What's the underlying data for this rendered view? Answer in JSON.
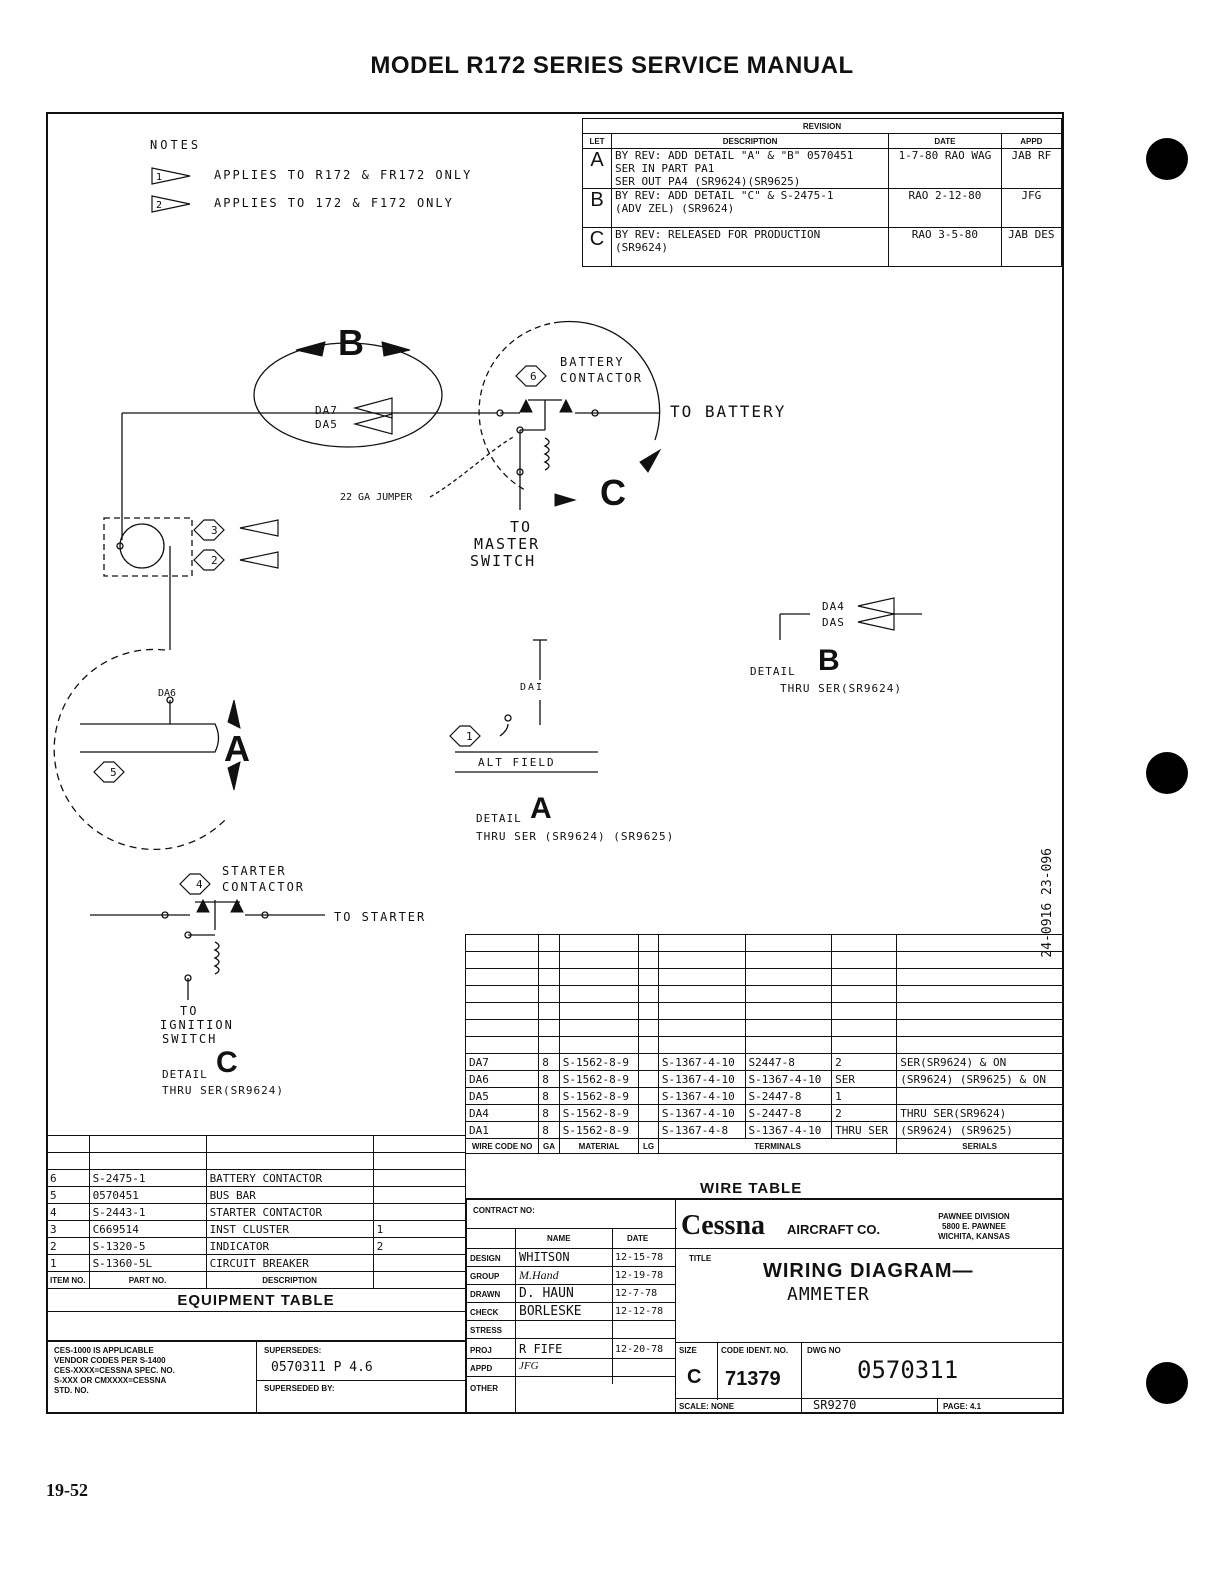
{
  "header": {
    "title": "MODEL R172 SERIES SERVICE MANUAL"
  },
  "page_number": "19-52",
  "notes": {
    "title": "NOTES",
    "items": [
      {
        "flag": "1",
        "text": "APPLIES TO R172 & FR172 ONLY"
      },
      {
        "flag": "2",
        "text": "APPLIES TO 172 & F172 ONLY"
      }
    ]
  },
  "revision": {
    "title": "REVISION",
    "headers": [
      "LET",
      "DESCRIPTION",
      "DATE",
      "APPD"
    ],
    "rows": [
      {
        "let": "A",
        "desc1": "BY REV: ADD DETAIL \"A\" & \"B\" 0570451",
        "desc2": "SER IN PART PA1",
        "desc3": "SER OUT PA4 (SR9624)(SR9625)",
        "date": "1-7-80 RAO WAG",
        "appd": "JAB RF"
      },
      {
        "let": "B",
        "desc1": "BY REV: ADD DETAIL \"C\" & S-2475-1",
        "desc2": "(ADV ZEL)         (SR9624)",
        "desc3": "",
        "date": "RAO 2-12-80",
        "appd": "JFG"
      },
      {
        "let": "C",
        "desc1": "BY REV: RELEASED FOR PRODUCTION",
        "desc2": "              (SR9624)",
        "desc3": "",
        "date": "RAO 3-5-80",
        "appd": "JAB DES"
      }
    ]
  },
  "diagram": {
    "to_battery": "TO BATTERY",
    "battery_contactor": "BATTERY CONTACTOR",
    "battery_contactor_item": "6",
    "jumper": "22 GA JUMPER",
    "to_master_switch_1": "TO",
    "to_master_switch_2": "MASTER",
    "to_master_switch_3": "SWITCH",
    "da7": "DA7",
    "da5": "DA5",
    "big_b": "B",
    "big_c": "C",
    "big_a": "A",
    "item3": "3",
    "item2": "2",
    "item5": "5",
    "item1": "1",
    "item4": "4",
    "da6": "DA6",
    "da1": "DAI",
    "alt_field": "ALT FIELD",
    "detail_a_label": "DETAIL",
    "detail_a_thru": "THRU SER (SR9624) (SR9625)",
    "detail_b_label": "DETAIL",
    "detail_b_thru": "THRU SER(SR9624)",
    "detail_b_da4": "DA4",
    "detail_b_da5": "DAS",
    "starter_contactor_1": "STARTER",
    "starter_contactor_2": "CONTACTOR",
    "to_starter": "TO STARTER",
    "to_ignition_1": "TO",
    "to_ignition_2": "IGNITION",
    "to_ignition_3": "SWITCH",
    "detail_c_label": "DETAIL",
    "detail_c_thru": "THRU SER(SR9624)",
    "side_stamp": "24-0916 23-096"
  },
  "wire_table": {
    "title": "WIRE TABLE",
    "headers": [
      "WIRE CODE NO",
      "GA",
      "MATERIAL",
      "LG",
      "TERMINALS",
      "",
      "",
      "SERIALS"
    ],
    "rows": [
      {
        "code": "DA7",
        "ga": "8",
        "mat": "S-1562-8-9",
        "lg": "",
        "t1": "S-1367-4-10",
        "t2": "S2447-8",
        "t3": "2",
        "ser": "SER(SR9624) & ON"
      },
      {
        "code": "DA6",
        "ga": "8",
        "mat": "S-1562-8-9",
        "lg": "",
        "t1": "S-1367-4-10",
        "t2": "S-1367-4-10",
        "t3": "SER",
        "ser": "(SR9624) (SR9625) & ON"
      },
      {
        "code": "DA5",
        "ga": "8",
        "mat": "S-1562-8-9",
        "lg": "",
        "t1": "S-1367-4-10",
        "t2": "S-2447-8",
        "t3": "1",
        "ser": ""
      },
      {
        "code": "DA4",
        "ga": "8",
        "mat": "S-1562-8-9",
        "lg": "",
        "t1": "S-1367-4-10",
        "t2": "S-2447-8",
        "t3": "2",
        "ser": "THRU SER(SR9624)"
      },
      {
        "code": "DA1",
        "ga": "8",
        "mat": "S-1562-8-9",
        "lg": "",
        "t1": "S-1367-4-8",
        "t2": "S-1367-4-10",
        "t3": "THRU SER",
        "ser": "(SR9624) (SR9625)"
      }
    ]
  },
  "equipment_table": {
    "title": "EQUIPMENT TABLE",
    "headers": [
      "ITEM NO.",
      "PART NO.",
      "DESCRIPTION",
      ""
    ],
    "rows": [
      {
        "item": "6",
        "part": "S-2475-1",
        "desc": "BATTERY CONTACTOR",
        "note": ""
      },
      {
        "item": "5",
        "part": "0570451",
        "desc": "BUS BAR",
        "note": ""
      },
      {
        "item": "4",
        "part": "S-2443-1",
        "desc": "STARTER CONTACTOR",
        "note": ""
      },
      {
        "item": "3",
        "part": "C669514",
        "desc": "INST CLUSTER",
        "note": "1"
      },
      {
        "item": "2",
        "part": "S-1320-5",
        "desc": "INDICATOR",
        "note": "2"
      },
      {
        "item": "1",
        "part": "S-1360-5L",
        "desc": "CIRCUIT BREAKER",
        "note": ""
      }
    ]
  },
  "title_block": {
    "contract": "CONTRACT NO:",
    "name_hdr": "NAME",
    "date_hdr": "DATE",
    "design_lbl": "DESIGN",
    "design_name": "WHITSON",
    "design_date": "12-15-78",
    "group_lbl": "GROUP",
    "group_name": "M.Hand",
    "group_date": "12-19-78",
    "drawn_lbl": "DRAWN",
    "drawn_name": "D. HAUN",
    "drawn_date": "12-7-78",
    "check_lbl": "CHECK",
    "check_name": "BORLESKE",
    "check_date": "12-12-78",
    "stress_lbl": "STRESS",
    "proj_lbl": "PROJ",
    "proj_name": "R FIFE",
    "proj_date": "12-20-78",
    "appd_lbl": "APPD",
    "appd_name": "JFG",
    "other_lbl": "OTHER",
    "company": "Cessna",
    "company_suffix": "AIRCRAFT CO.",
    "division1": "PAWNEE DIVISION",
    "division2": "5800 E. PAWNEE",
    "division3": "WICHITA, KANSAS",
    "title_lbl": "TITLE",
    "title1": "WIRING DIAGRAM—",
    "title2": "AMMETER",
    "size_lbl": "SIZE",
    "size": "C",
    "code_lbl": "CODE IDENT. NO.",
    "code": "71379",
    "dwg_lbl": "DWG NO",
    "dwg": "0570311",
    "scale": "SCALE: NONE",
    "ref": "SR9270",
    "page": "PAGE: 4.1",
    "ces1": "CES-1000 IS APPLICABLE",
    "ces2": "VENDOR CODES PER S-1400",
    "ces3": "CES-XXXX=CESSNA SPEC. NO.",
    "ces4": "S-XXX OR CMXXXX=CESSNA",
    "ces5": "STD. NO.",
    "supersedes_lbl": "SUPERSEDES:",
    "supersedes": "0570311  P 4.6",
    "superseded_by_lbl": "SUPERSEDED BY:"
  }
}
